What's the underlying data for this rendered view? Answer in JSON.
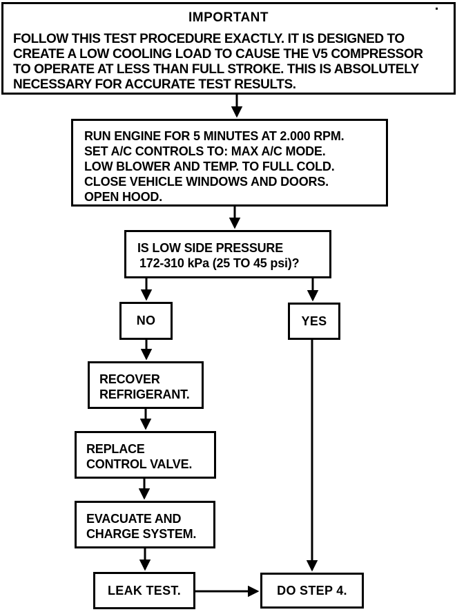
{
  "colors": {
    "ink": "#000000",
    "paper": "#ffffff"
  },
  "flowchart": {
    "important_box": {
      "title": "IMPORTANT",
      "line1": "FOLLOW THIS TEST PROCEDURE EXACTLY. IT IS DESIGNED TO",
      "line2": "CREATE A LOW COOLING LOAD TO CAUSE THE V5 COMPRESSOR",
      "line3": "TO OPERATE AT LESS THAN FULL STROKE. THIS IS ABSOLUTELY",
      "line4": "NECESSARY FOR ACCURATE TEST RESULTS."
    },
    "run_engine_box": {
      "line1": "RUN ENGINE FOR 5 MINUTES AT 2.000 RPM.",
      "line2": "SET A/C CONTROLS TO: MAX A/C MODE.",
      "line3": "LOW BLOWER AND TEMP. TO FULL COLD.",
      "line4": "CLOSE VEHICLE WINDOWS AND DOORS.",
      "line5": "OPEN HOOD."
    },
    "pressure_question_box": {
      "line1": "IS LOW SIDE PRESSURE",
      "line2": "172-310 kPa (25 TO 45 psi)?"
    },
    "no_box": {
      "label": "NO"
    },
    "yes_box": {
      "label": "YES"
    },
    "recover_box": {
      "line1": "RECOVER",
      "line2": "REFRIGERANT."
    },
    "replace_box": {
      "line1": "REPLACE",
      "line2": "CONTROL VALVE."
    },
    "evacuate_box": {
      "line1": "EVACUATE AND",
      "line2": "CHARGE SYSTEM."
    },
    "leak_test_box": {
      "label": "LEAK TEST."
    },
    "do_step_4_box": {
      "label": "DO STEP 4."
    }
  }
}
